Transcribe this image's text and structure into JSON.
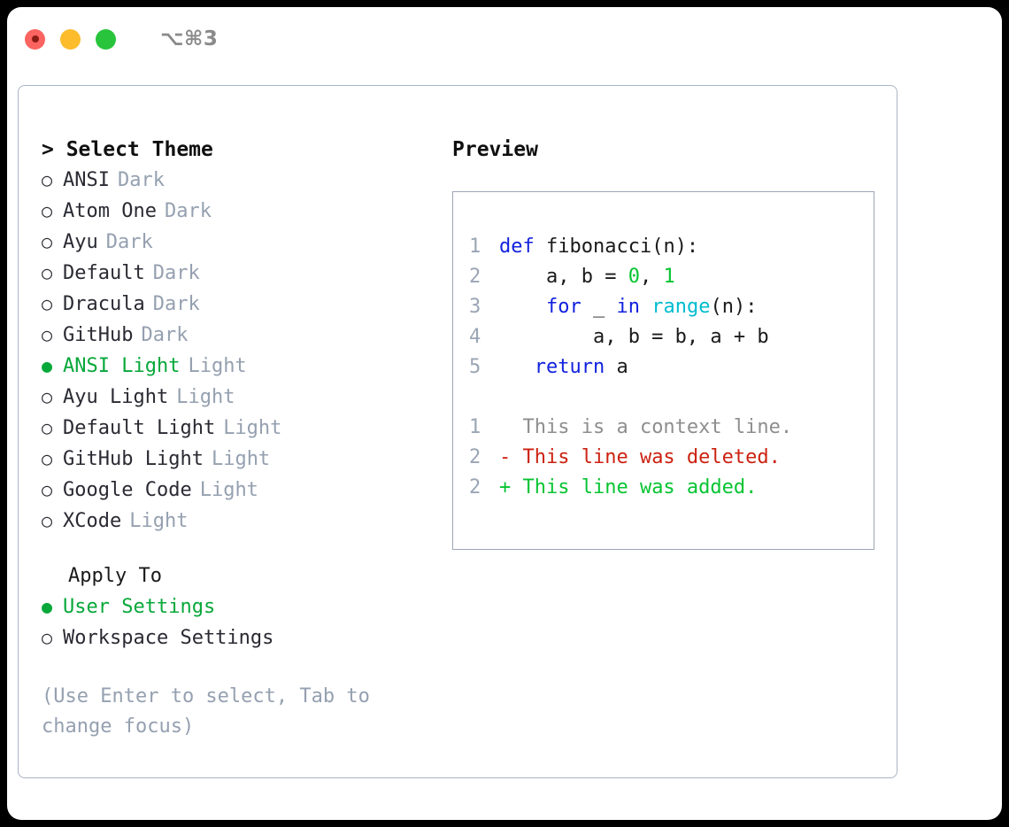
{
  "titlebar": {
    "lights": [
      {
        "name": "close",
        "color": "#fb6460"
      },
      {
        "name": "minimize",
        "color": "#fcbc2c"
      },
      {
        "name": "zoom",
        "color": "#28c43c"
      }
    ],
    "shortcut": "⌥⌘3"
  },
  "theme_panel": {
    "header": "> Select Theme",
    "themes": [
      {
        "bullet": "○",
        "label": "ANSI",
        "suffix": "Dark",
        "selected": false
      },
      {
        "bullet": "○",
        "label": "Atom One",
        "suffix": "Dark",
        "selected": false
      },
      {
        "bullet": "○",
        "label": "Ayu",
        "suffix": "Dark",
        "selected": false
      },
      {
        "bullet": "○",
        "label": "Default",
        "suffix": "Dark",
        "selected": false
      },
      {
        "bullet": "○",
        "label": "Dracula",
        "suffix": "Dark",
        "selected": false
      },
      {
        "bullet": "○",
        "label": "GitHub",
        "suffix": "Dark",
        "selected": false
      },
      {
        "bullet": "●",
        "label": "ANSI Light",
        "suffix": "Light",
        "selected": true
      },
      {
        "bullet": "○",
        "label": "Ayu Light",
        "suffix": "Light",
        "selected": false
      },
      {
        "bullet": "○",
        "label": "Default Light",
        "suffix": "Light",
        "selected": false
      },
      {
        "bullet": "○",
        "label": "GitHub Light",
        "suffix": "Light",
        "selected": false
      },
      {
        "bullet": "○",
        "label": "Google Code",
        "suffix": "Light",
        "selected": false
      },
      {
        "bullet": "○",
        "label": "XCode",
        "suffix": "Light",
        "selected": false
      }
    ],
    "apply_to": {
      "header": "Apply To",
      "options": [
        {
          "bullet": "●",
          "label": "User Settings",
          "selected": true
        },
        {
          "bullet": "○",
          "label": "Workspace Settings",
          "selected": false
        }
      ]
    },
    "hint": "(Use Enter to select, Tab to change focus)"
  },
  "preview": {
    "title": "Preview",
    "code_lines": [
      {
        "no": "1",
        "tokens": [
          {
            "t": "def",
            "c": "kw"
          },
          {
            "t": " fibonacci(n):",
            "c": "plain"
          }
        ]
      },
      {
        "no": "2",
        "tokens": [
          {
            "t": "    a, b = ",
            "c": "plain"
          },
          {
            "t": "0",
            "c": "num"
          },
          {
            "t": ", ",
            "c": "plain"
          },
          {
            "t": "1",
            "c": "num"
          }
        ]
      },
      {
        "no": "3",
        "tokens": [
          {
            "t": "    ",
            "c": "plain"
          },
          {
            "t": "for",
            "c": "kw"
          },
          {
            "t": " _ ",
            "c": "plain"
          },
          {
            "t": "in",
            "c": "kw"
          },
          {
            "t": " ",
            "c": "plain"
          },
          {
            "t": "range",
            "c": "fn"
          },
          {
            "t": "(n):",
            "c": "plain"
          }
        ]
      },
      {
        "no": "4",
        "tokens": [
          {
            "t": "        a, b = b, a + b",
            "c": "plain"
          }
        ]
      },
      {
        "no": "5",
        "tokens": [
          {
            "t": "   ",
            "c": "plain"
          },
          {
            "t": "return",
            "c": "kw"
          },
          {
            "t": " a",
            "c": "plain"
          }
        ]
      }
    ],
    "diff_lines": [
      {
        "no": "1",
        "marker": " ",
        "text": " This is a context line.",
        "kind": "ctx"
      },
      {
        "no": "2",
        "marker": "-",
        "text": " This line was deleted.",
        "kind": "del"
      },
      {
        "no": "2",
        "marker": "+",
        "text": " This line was added.",
        "kind": "add"
      }
    ]
  }
}
